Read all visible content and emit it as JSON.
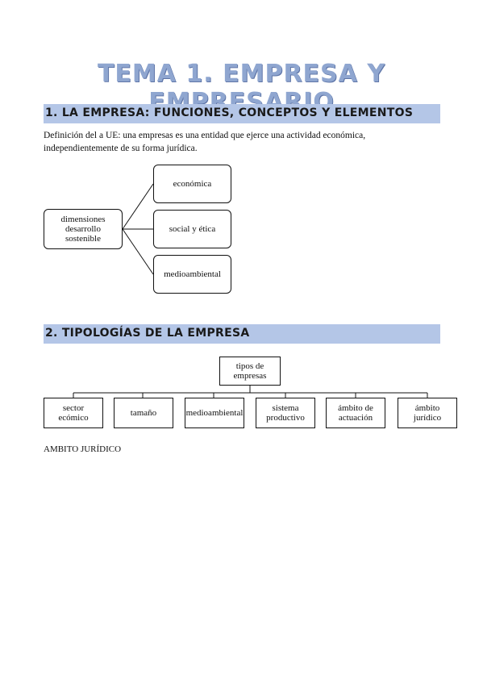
{
  "title": "TEMA 1. EMPRESA Y EMPRESARIO",
  "section1": {
    "heading": "1. LA EMPRESA: FUNCIONES, CONCEPTOS Y ELEMENTOS",
    "definition_line1": "Definición del a UE: una empresas es una entidad que ejerce una actividad económica,",
    "definition_line2": "independientemente de su forma jurídica.",
    "root": "dimensiones desarrollo sostenible",
    "branches": [
      "económica",
      "social y ética",
      "medioambiental"
    ]
  },
  "section2": {
    "heading": "2. TIPOLOGÍAS DE LA EMPRESA",
    "root": "tipos de empresas",
    "children": [
      "sector ecómico",
      "tamaño",
      "medioambiental",
      "sistema productivo",
      "ámbito de actuación",
      "ámbito jurídico"
    ]
  },
  "subheading": "AMBITO JURÍDICO"
}
